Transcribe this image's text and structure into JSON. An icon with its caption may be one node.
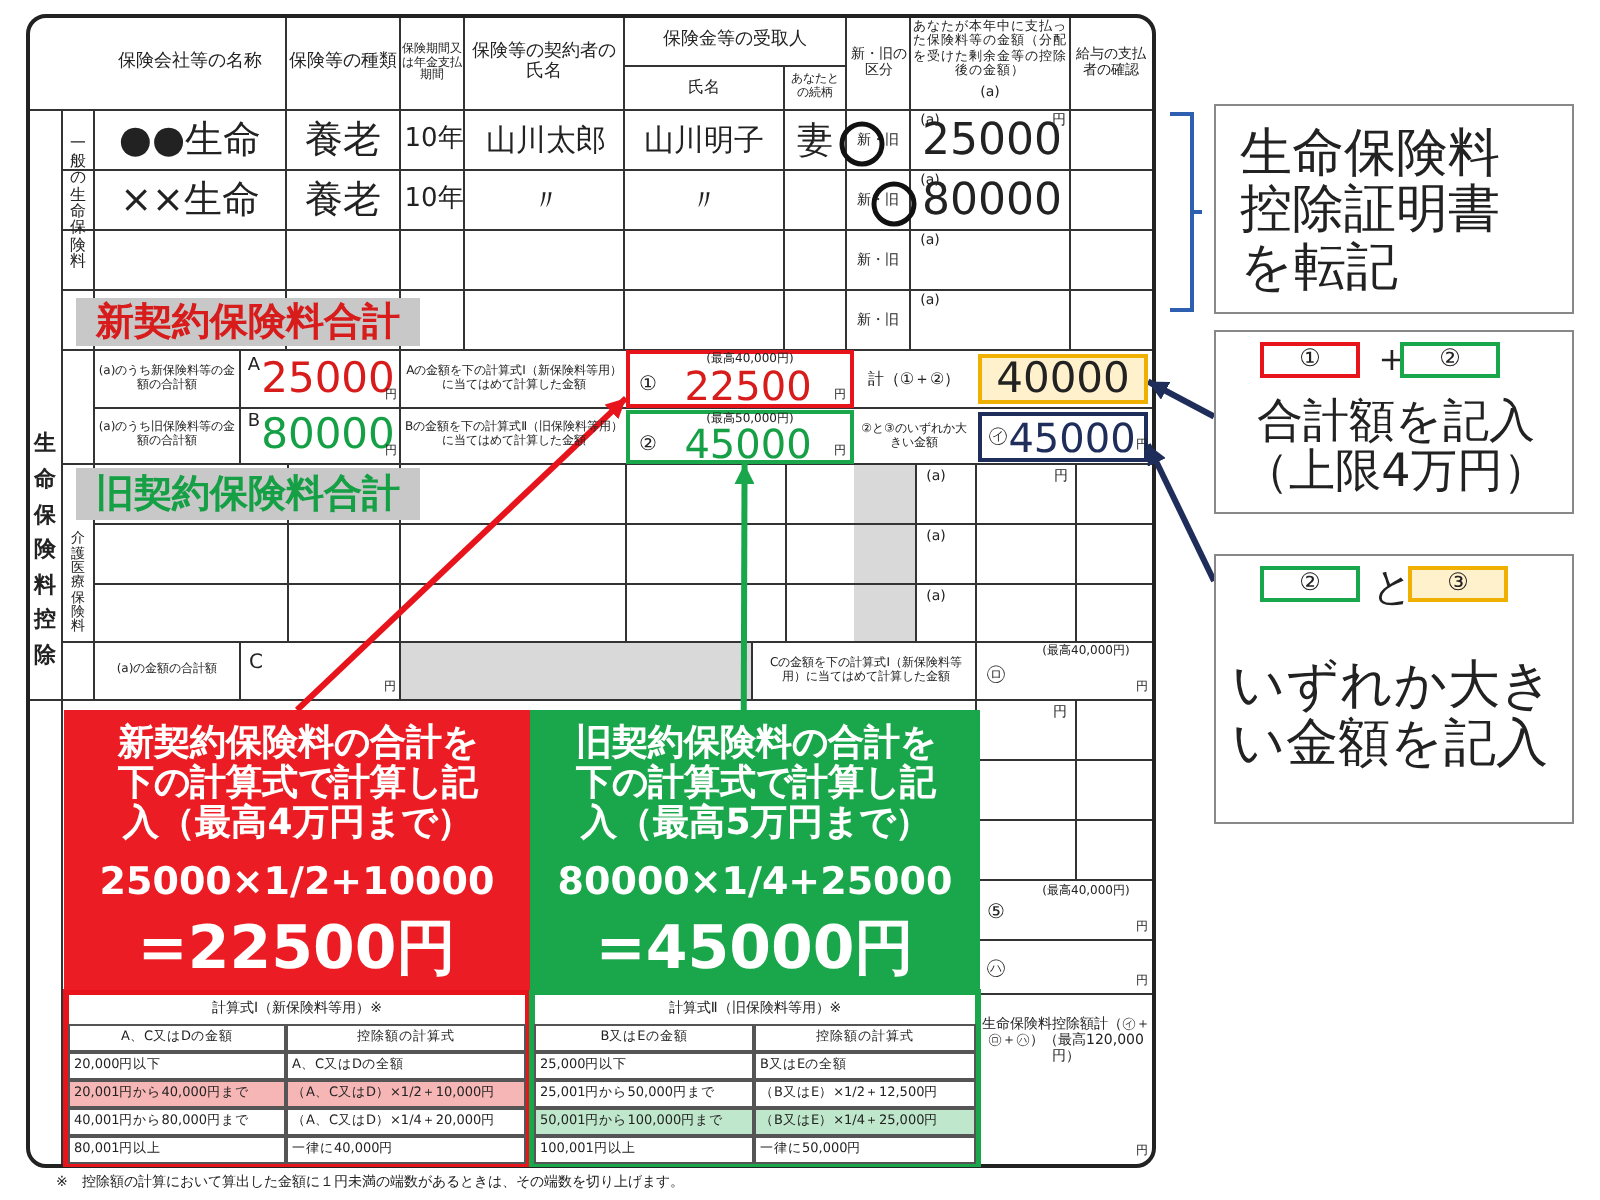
{
  "diagram": {
    "nodes": [
      {
        "text": [
          "(最高40,000円)",
          "①",
          "22500",
          "円"
        ]
      },
      {
        "text": [
          "40000"
        ]
      },
      {
        "text": [
          "(最高50,000円)",
          "②",
          "45000",
          "円"
        ]
      },
      {
        "text": [
          "㋑",
          "45000",
          "円"
        ]
      },
      {
        "text": [
          "新契約保険料の合計を下の計算式で計算し記入（最高4万円まで）",
          "25000×1/2+10000",
          "=22500円"
        ]
      },
      {
        "text": [
          "旧契約保険料の合計を下の計算式で計算し記入（最高5万円まで）",
          "80000×1/4+25000",
          "=45000円"
        ]
      },
      {
        "text": [
          "生命保険料控除証明書を転記"
        ]
      },
      {
        "text": [
          "+",
          "合計額を記入（上限4万円）"
        ]
      },
      {
        "text": [
          "①"
        ],
        "in": 7
      },
      {
        "text": [
          "②"
        ],
        "in": 7
      },
      {
        "text": [
          "と",
          "いずれか大きい金額を記入"
        ]
      },
      {
        "text": [
          "②"
        ],
        "in": 10
      },
      {
        "text": [
          "③"
        ],
        "in": 10
      }
    ],
    "edges": [
      {
        "from": 4,
        "to": 0,
        "arrow": "to",
        "color": "#e8141b"
      },
      {
        "from": 5,
        "to": 2,
        "arrow": "to",
        "color": "#1aa64a"
      },
      {
        "from": 7,
        "to": 1,
        "arrow": "to",
        "color": "#1f2d5a"
      },
      {
        "from": 10,
        "to": 3,
        "arrow": "to",
        "color": "#1f2d5a"
      }
    ],
    "labels": [
      "保険会社等の名称",
      "保険等の種類",
      "保険期間又は年金支払期間",
      "保険等の契約者の氏名",
      "保険金等の受取人",
      "氏名",
      "あなたとの続柄",
      "新・旧の区分",
      "あなたが本年中に支払った保険料等の金額（分配を受けた剰余金等の控除後の金額）",
      "(a)",
      "給与の支払者の確認",
      "●●生命",
      "養老",
      "10年",
      "山川太郎",
      "山川明子",
      "妻",
      "新・旧",
      "(a)",
      "25000",
      "円",
      "××生命",
      "養老",
      "10年",
      "〃",
      "〃",
      "新・旧",
      "(a)",
      "80000",
      "新・旧",
      "(a)",
      "新・旧",
      "(a)",
      "一般の生命保険料",
      "生命保険料控除",
      "新契約保険料合計",
      "(a)のうち新保険料等の金額の合計額",
      "A",
      "25000",
      "円",
      "Aの金額を下の計算式Ⅰ（新保険料等用）に当てはめて計算した金額",
      "計（①＋②）",
      "(a)のうち旧保険料等の金額の合計額",
      "B",
      "80000",
      "円",
      "Bの金額を下の計算式Ⅱ（旧保険料等用）に当てはめて計算した金額",
      "②と③のいずれか大きい金額",
      "旧契約保険料合計",
      "介護医療保険料",
      "(a)",
      "円",
      "(a)",
      "(a)",
      "(a)の金額の合計額",
      "C",
      "円",
      "Cの金額を下の計算式Ⅰ（新保険料等用）に当てはめて計算した金額",
      "(最高40,000円)",
      "㋺",
      "円",
      "円",
      "(最高40,000円)",
      "⑤",
      "円",
      "㋩",
      "円",
      "生命保険料控除額計（㋑＋㋺＋㋩）（最高120,000円）",
      "円",
      "計算式Ⅰ（新保険料等用）※",
      "A、C又はDの金額",
      "控除額の計算式",
      "20,000円以下",
      "A、C又はDの全額",
      "20,001円から40,000円まで",
      "（A、C又はD）×1/2＋10,000円",
      "40,001円から80,000円まで",
      "（A、C又はD）×1/4＋20,000円",
      "80,001円以上",
      "一律に40,000円",
      "計算式Ⅱ（旧保険料等用）※",
      "B又はEの金額",
      "控除額の計算式",
      "25,000円以下",
      "B又はEの全額",
      "25,001円から50,000円まで",
      "（B又はE）×1/2＋12,500円",
      "50,001円から100,000円まで",
      "（B又はE）×1/4＋25,000円",
      "100,001円以上",
      "一律に50,000円",
      "※　控除額の計算において算出した金額に１円未満の端数があるときは、その端数を切り上げます。"
    ]
  }
}
